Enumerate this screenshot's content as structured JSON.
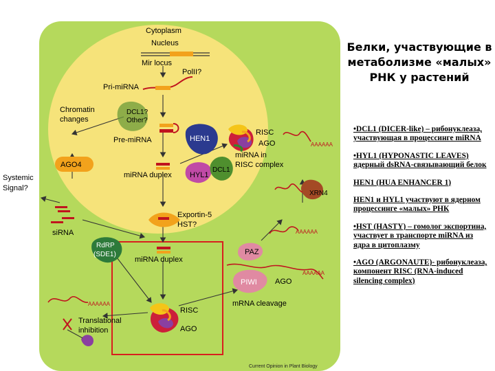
{
  "title": "Белки, участвующие в метаболизме «малых» РНК у растений",
  "diagram": {
    "cytoplasm": "Cytoplasm",
    "nucleus": "Nucleus",
    "mir_locus": "Mir locus",
    "pol_ii": "PolII?",
    "pri_mirna": "Pri-miRNA",
    "chromatin_changes_1": "Chromatin",
    "chromatin_changes_2": "changes",
    "dcl1_1": "DCL1?",
    "dcl1_2": "Other?",
    "pre_mirna": "Pre-miRNA",
    "hen1": "HEN1",
    "risc_nuc": "RISC",
    "ago_nuc": "AGO",
    "mirna_in_risc_1": "miRNA in",
    "mirna_in_risc_2": "RISC complex",
    "ago4": "AGO4",
    "mirna_duplex_nuc": "miRNA duplex",
    "hyl1": "HYL1",
    "dcl1_protein": "DCL1",
    "aaaaaa": "AAAAAA",
    "xrn4": "XRN4",
    "systemic_signal_1": "Systemic",
    "systemic_signal_2": "Signal?",
    "exportin_1": "Exportin-5",
    "exportin_2": "HST?",
    "sirna": "siRNA",
    "rdrp_1": "RdRP",
    "rdrp_2": "(SDE1)",
    "mirna_duplex_cyt": "miRNA duplex",
    "paz": "PAZ",
    "piwi": "PIWI",
    "ago_cyt": "AGO",
    "risc_cyt": "RISC",
    "ago_cyt2": "AGO",
    "mrna_cleavage": "mRNA cleavage",
    "translational_1": "Translational",
    "translational_2": "inhibition",
    "credit": "Current Opinion in Plant Biology"
  },
  "notes": [
    "•DCL1 (DICER-like) – рибонуклеаза, участвующая в процессинге miRNA",
    "•HYL1 (HYPONASTIC LEAVES) ядерный dsRNA-связывающий белок",
    "HEN1 (HUA ENHANCER 1)",
    "HEN1 и HYL1 участвуют в ядерном процессинге «малых» РНК",
    "•HST (HASTY) – гомолог экспортина, участвует в транспорте miRNA из ядра в цитоплазму",
    "•AGO (ARGONAUTE)- рибонуклеаза, компонент RISC (RNA-induced silencing complex)"
  ],
  "colors": {
    "cytoplasm": "#b5d95c",
    "nucleus": "#f6e37a",
    "highlight_box": "#d81e1e",
    "rna_line": "#c0141e",
    "duplex_fill": "#f2a21c"
  }
}
